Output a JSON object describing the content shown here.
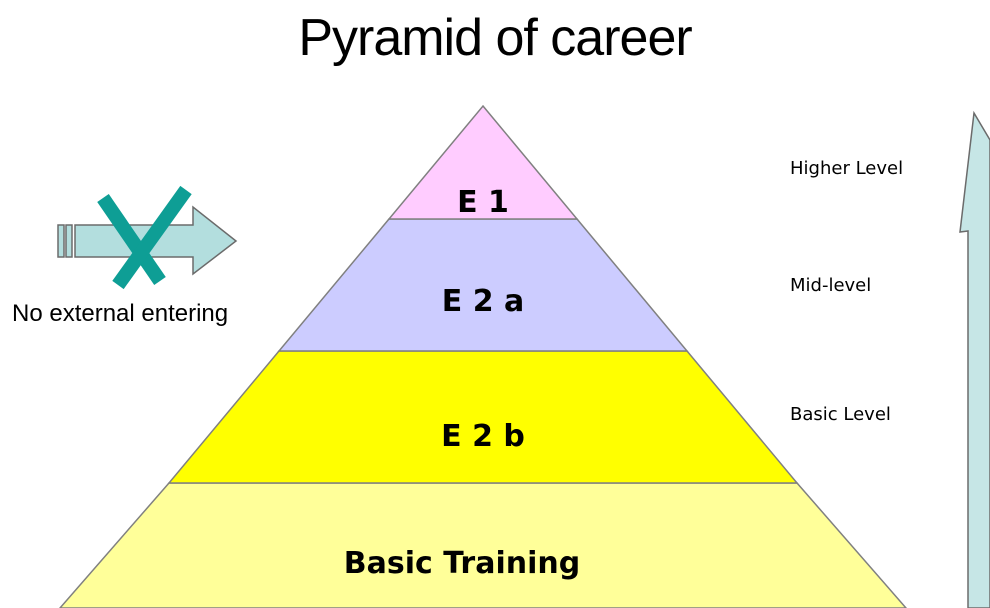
{
  "title": "Pyramid of career",
  "pyramid": {
    "tiers": [
      {
        "label": "E 1",
        "color": "#ffccff"
      },
      {
        "label": "E 2 a",
        "color": "#ccccff"
      },
      {
        "label": "E 2 b",
        "color": "#ffff00"
      },
      {
        "label": "Basic Training",
        "color": "#ffff99"
      }
    ],
    "outline_color": "#808080"
  },
  "levels": {
    "higher": "Higher Level",
    "mid": "Mid-level",
    "basic": "Basic Level"
  },
  "entry_note": {
    "text": "No external entering",
    "arrow_color": "#b3dede",
    "cross_color": "#0e9e95"
  },
  "progress_arrow_color": "#c6e6e6"
}
